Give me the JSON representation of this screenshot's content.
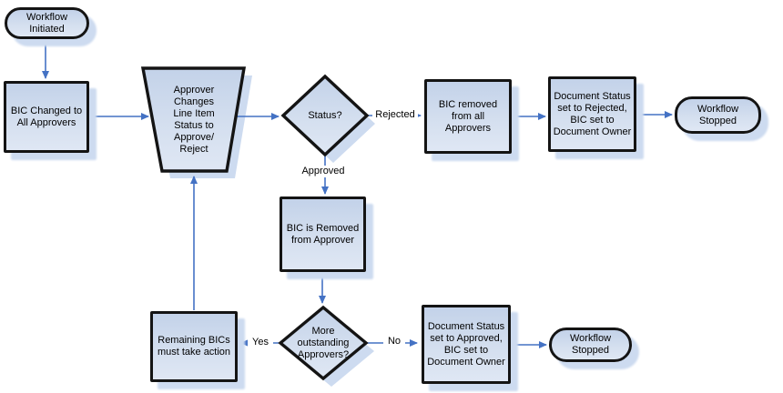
{
  "diagram": {
    "type": "flowchart",
    "background": "#ffffff",
    "colors": {
      "node_fill_top": "#c3d2e9",
      "node_fill_bottom": "#dfe7f4",
      "node_border": "#141414",
      "arrow": "#4472c4",
      "shadow": "#cddbf0",
      "text": "#000000"
    },
    "nodes": {
      "workflow_initiated": {
        "label": "Workflow Initiated",
        "shape": "terminator"
      },
      "bic_changed": {
        "label": "BIC Changed to All Approvers",
        "shape": "process"
      },
      "approver_changes": {
        "label": "Approver Changes Line Item Status to Approve/ Reject",
        "shape": "manual-operation"
      },
      "status": {
        "label": "Status?",
        "shape": "decision"
      },
      "bic_removed": {
        "label": "BIC removed from all Approvers",
        "shape": "process"
      },
      "doc_status_rejected": {
        "label": "Document Status set to Rejected, BIC set to Document Owner",
        "shape": "process"
      },
      "workflow_stopped_1": {
        "label": "Workflow Stopped",
        "shape": "terminator"
      },
      "bic_is_removed": {
        "label": "BIC is Removed from Approver",
        "shape": "process"
      },
      "more_outstanding": {
        "label": "More outstanding Approvers?",
        "shape": "decision"
      },
      "remaining_bics": {
        "label": "Remaining BICs must take action",
        "shape": "process"
      },
      "doc_status_approved": {
        "label": "Document Status set to Approved, BIC set to Document Owner",
        "shape": "process"
      },
      "workflow_stopped_2": {
        "label": "Workflow Stopped",
        "shape": "terminator"
      }
    },
    "edge_labels": {
      "rejected": "Rejected",
      "approved": "Approved",
      "yes": "Yes",
      "no": "No"
    }
  }
}
